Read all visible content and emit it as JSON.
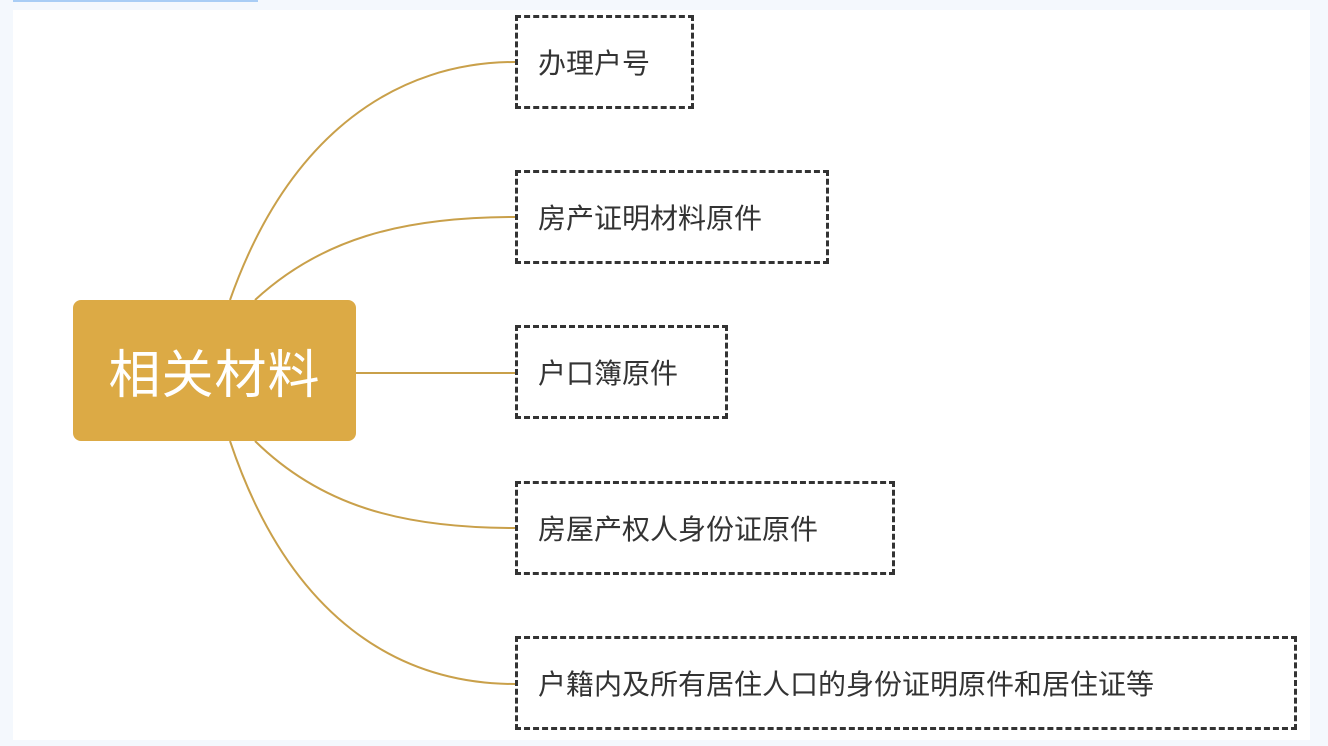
{
  "root": {
    "label": "相关材料"
  },
  "children": [
    {
      "label": "办理户号"
    },
    {
      "label": "房产证明材料原件"
    },
    {
      "label": "户口簿原件"
    },
    {
      "label": "房屋产权人身份证原件"
    },
    {
      "label": "户籍内及所有居住人口的身份证明原件和居住证等"
    }
  ],
  "colors": {
    "root_fill": "#dcaa45",
    "link": "#c9a04a",
    "border": "#333333"
  }
}
